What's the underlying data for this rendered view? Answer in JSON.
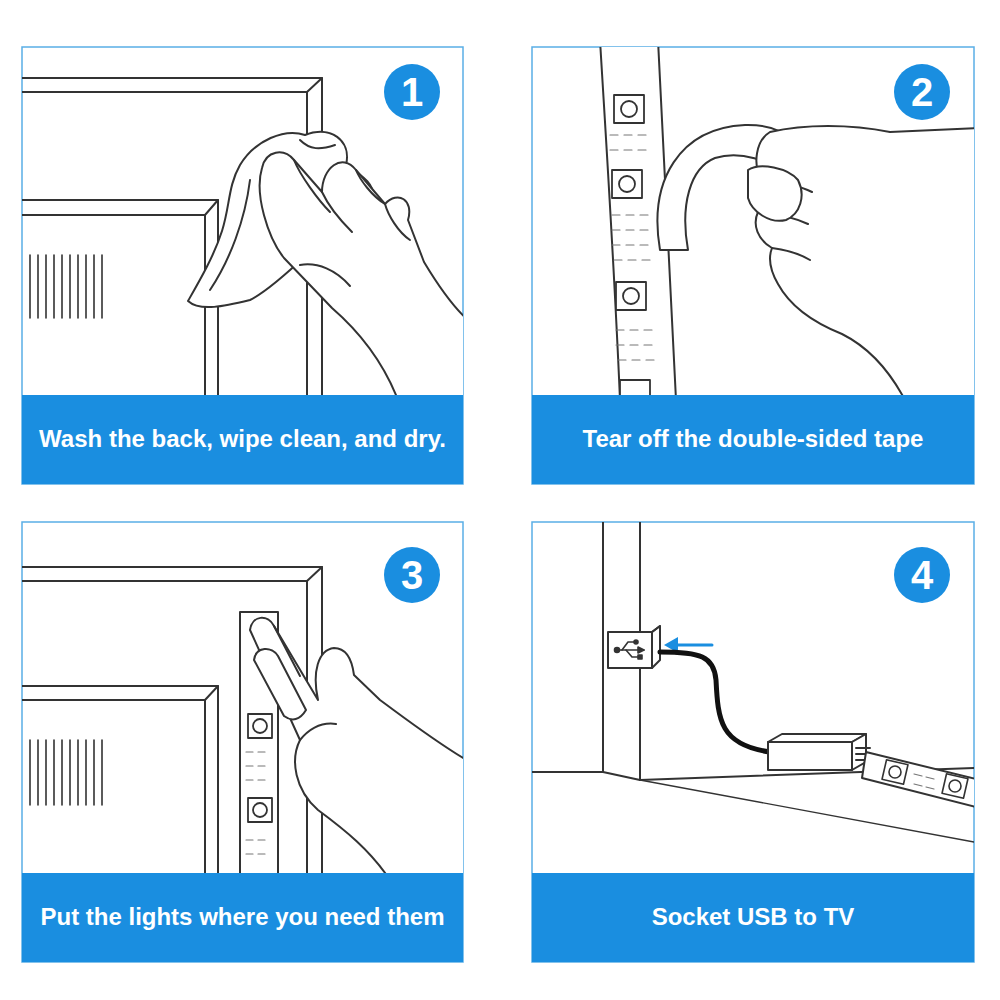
{
  "diagram": {
    "nodes": [
      {
        "text": [
          "1"
        ]
      },
      {
        "text": [
          "Wash the back, wipe clean, and dry."
        ]
      },
      {
        "text": [
          "2"
        ]
      },
      {
        "text": [
          "Tear off the double-sided tape"
        ]
      },
      {
        "text": [
          "3"
        ]
      },
      {
        "text": [
          "Put the lights where you need them"
        ]
      },
      {
        "text": [
          "4"
        ]
      },
      {
        "text": [
          "Socket USB to TV"
        ]
      }
    ]
  }
}
